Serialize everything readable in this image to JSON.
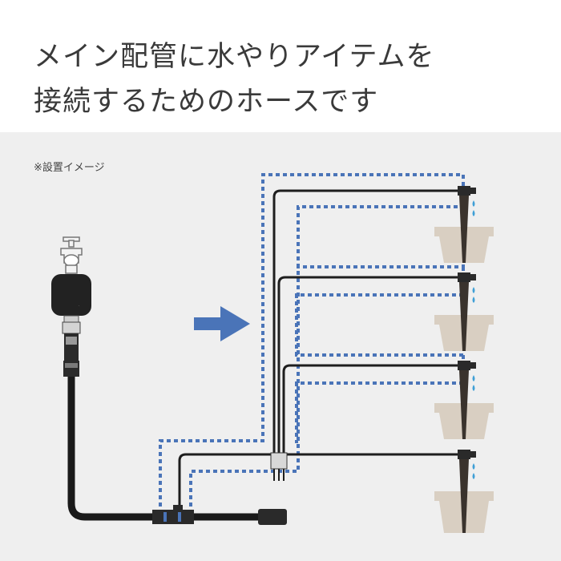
{
  "header": {
    "title_line_1": "メイン配管に水やりアイテムを",
    "title_line_2": "接続するためのホースです"
  },
  "note": "※設置イメージ",
  "colors": {
    "header_bg": "#ffffff",
    "diagram_bg": "#efefef",
    "dotted_path": "#4a74b8",
    "arrow": "#4a74b8",
    "tube": "#1e1e1e",
    "pot": "#d9cfc2",
    "water_drop": "#3f9fd6",
    "timer_body": "#222222"
  },
  "icons": {
    "faucet": "faucet-icon",
    "timer": "water-timer-icon",
    "arrow": "arrow-right-icon",
    "stake": "drip-stake-icon",
    "pot": "plant-pot-icon",
    "drop": "water-drop-icon"
  }
}
